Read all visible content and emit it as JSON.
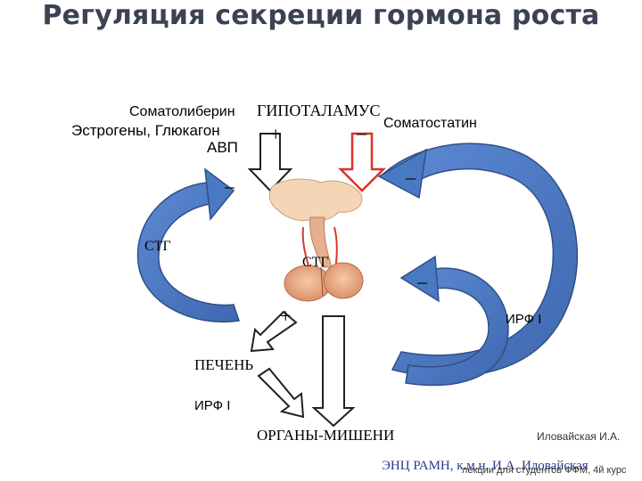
{
  "slide": {
    "title": "Регуляция секреции гормона роста"
  },
  "labels": {
    "somatoliberin": "Соматолиберин",
    "hypothalamus": "ГИПОТАЛАМУС",
    "somatostatin": "Соматостатин",
    "estrogens": "Эстрогены, Глюкагон",
    "avp": "АВП",
    "plus_left": "+",
    "minus_center": "–",
    "minus_left_loop": "–",
    "minus_right_loop": "–",
    "stg_left": "СТГ",
    "stg_center": "СТГ",
    "minus_irf_loop": "–",
    "plus_liver": "+",
    "irf_right": "ИРФ I",
    "liver": "ПЕЧЕНЬ",
    "irf_liver": "ИРФ I",
    "targets": "ОРГАНЫ-МИШЕНИ"
  },
  "footer": {
    "author": "Иловайская И.А.",
    "institute": "ЭНЦ РАМН, к.м.н. И.А. Иловайская",
    "course": "лекции для студентов ФФМ, 4й курс"
  },
  "colors": {
    "loop_blue": "#4a79c4",
    "loop_edge": "#2f4f86",
    "inhibit_red": "#e0302a",
    "arrow_outline": "#222222"
  }
}
